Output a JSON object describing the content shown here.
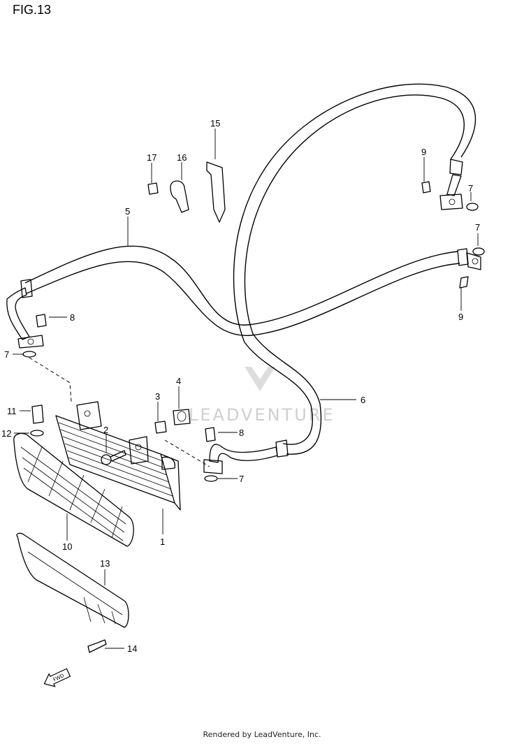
{
  "figure": {
    "title": "FIG.13"
  },
  "callouts": [
    "1",
    "2",
    "3",
    "4",
    "5",
    "6",
    "7",
    "7",
    "7",
    "7",
    "8",
    "8",
    "9",
    "9",
    "10",
    "11",
    "12",
    "13",
    "14",
    "15",
    "16",
    "17"
  ],
  "direction_label": "FWD",
  "watermark": {
    "text": "LEADVENTURE"
  },
  "footer": {
    "text": "Rendered by LeadVenture, Inc."
  }
}
